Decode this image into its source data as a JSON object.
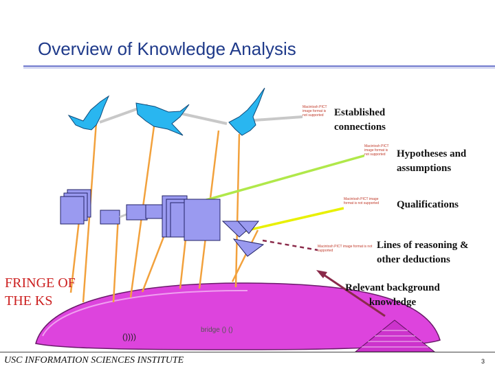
{
  "slide": {
    "title": "Overview of Knowledge Analysis",
    "footer": "USC INFORMATION SCIENCES INSTITUTE",
    "page_number": "3"
  },
  "labels": {
    "established": "Established connections",
    "hypotheses": "Hypotheses and assumptions",
    "qualifications": "Qualifications",
    "lines": "Lines of reasoning & other deductions",
    "background": "Relevant background knowledge",
    "fringe": "FRINGE OF THE KS"
  },
  "placeholders": {
    "pict_notice": "Macintosh PICT image format is not supported"
  },
  "fragments": {
    "paren_text": "())))",
    "fringe_small": "bridge () ()"
  },
  "colors": {
    "title": "#1f3a8a",
    "ks_fill": "#dd44dd",
    "pyramid_fill": "#cc33cc",
    "fringe_text": "#cc1f1f",
    "doc_fill": "#9a9af0",
    "bird_fill": "#29b6f0",
    "orange_line": "#f2a13c",
    "yellow_line": "#e8f000",
    "green_line": "#b0e84a",
    "gray_line": "#c8c8c8",
    "maroon_line": "#8a2a4a"
  },
  "icons": [
    "bird-icon",
    "bird-icon",
    "bird-icon",
    "document-stack-icon",
    "folder-icon",
    "triangle-icon",
    "pyramid-icon"
  ]
}
